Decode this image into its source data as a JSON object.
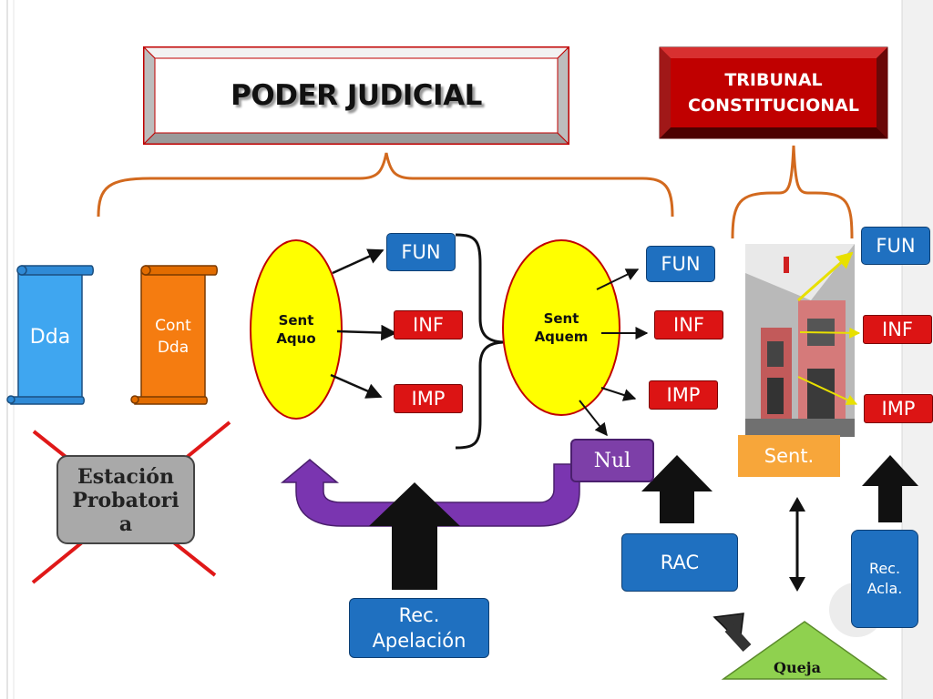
{
  "title": "PODER JUDICIAL",
  "tribunal": {
    "line1": "TRIBUNAL",
    "line2": "CONSTITUCIONAL"
  },
  "scrolls": {
    "dda": "Dda",
    "cont_dda_line1": "Cont",
    "cont_dda_line2": "Dda"
  },
  "estacion": {
    "line1": "Estación",
    "line2": "Probatori",
    "line3": "a"
  },
  "sent_aquo": {
    "line1": "Sent",
    "line2": "Aquo"
  },
  "sent_aquem": {
    "line1": "Sent",
    "line2": "Aquem"
  },
  "group1": {
    "fun": "FUN",
    "inf": "INF",
    "imp": "IMP"
  },
  "group2": {
    "fun": "FUN",
    "inf": "INF",
    "imp": "IMP"
  },
  "group3": {
    "fun": "FUN",
    "inf": "INF",
    "imp": "IMP"
  },
  "nul": "Nul",
  "sent": "Sent.",
  "rac": "RAC",
  "rec_apelacion": {
    "line1": "Rec.",
    "line2": "Apelación"
  },
  "rec_acla": {
    "line1": "Rec.",
    "line2": "Acla."
  },
  "queja": "Queja",
  "colors": {
    "blue": "#1f70c0",
    "red": "#dc1414",
    "yellow": "#ffff00",
    "purple": "#7d3fa8",
    "orange": "#f7a63a",
    "dark_red": "#b00000",
    "bracket": "#d2691e",
    "green": "#8fd14f"
  }
}
